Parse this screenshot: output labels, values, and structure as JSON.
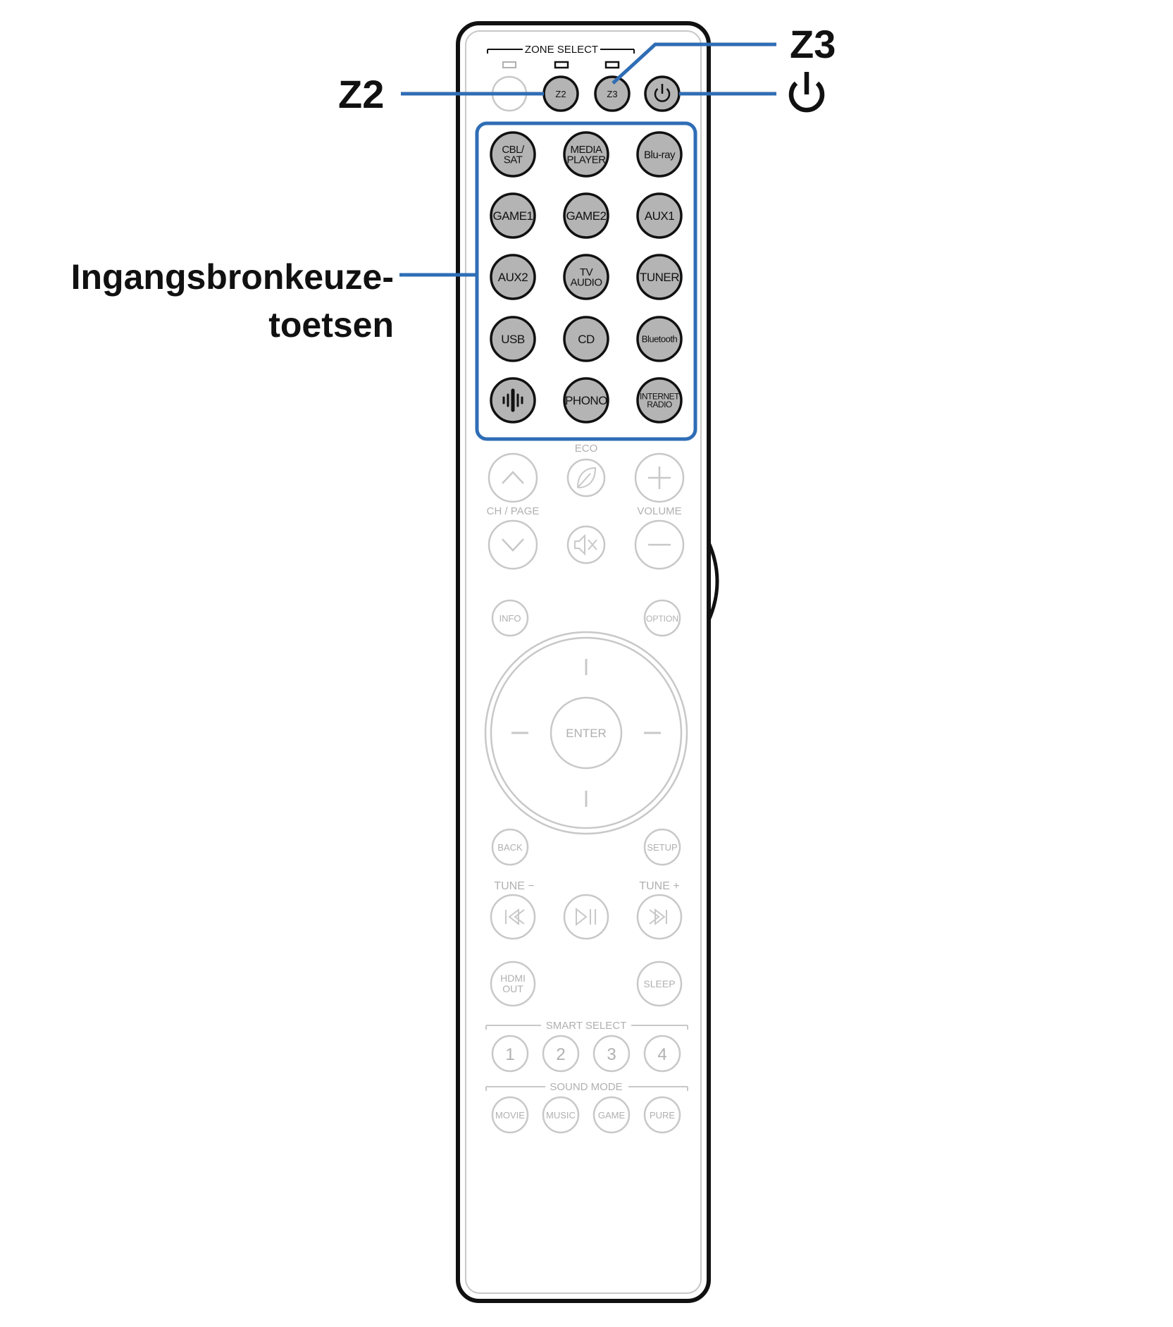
{
  "callouts": {
    "z2": "Z2",
    "z3": "Z3",
    "power_symbol": "power-icon",
    "input_keys_line1": "Ingangsbronkeuze-",
    "input_keys_line2": "toetsen"
  },
  "remote": {
    "zone_select_label": "ZONE SELECT",
    "zone_buttons": {
      "z2": "Z2",
      "z3": "Z3",
      "power": "power-icon"
    },
    "source_buttons": [
      [
        "CBL/|SAT",
        "MEDIA|PLAYER",
        "Blu-ray"
      ],
      [
        "GAME1",
        "GAME2",
        "AUX1"
      ],
      [
        "AUX2",
        "TV|AUDIO",
        "TUNER"
      ],
      [
        "USB",
        "CD",
        "Bluetooth"
      ],
      [
        "heos-icon",
        "PHONO",
        "INTERNET|RADIO"
      ]
    ],
    "eco_label": "ECO",
    "ch_page_label": "CH / PAGE",
    "volume_label": "VOLUME",
    "info": "INFO",
    "option": "OPTION",
    "enter": "ENTER",
    "back": "BACK",
    "setup": "SETUP",
    "tune_minus": "TUNE −",
    "tune_plus": "TUNE +",
    "hdmi_out": "HDMI|OUT",
    "sleep": "SLEEP",
    "smart_select_label": "SMART SELECT",
    "smart_select": [
      "1",
      "2",
      "3",
      "4"
    ],
    "sound_mode_label": "SOUND MODE",
    "sound_modes": [
      "MOVIE",
      "MUSIC",
      "GAME",
      "PURE"
    ]
  },
  "colors": {
    "accent": "#2f6db5",
    "highlight_button": "#b4b4b4",
    "faded": "#c8c8c8",
    "faded_text": "#b0b0b0",
    "outline": "#111111"
  }
}
